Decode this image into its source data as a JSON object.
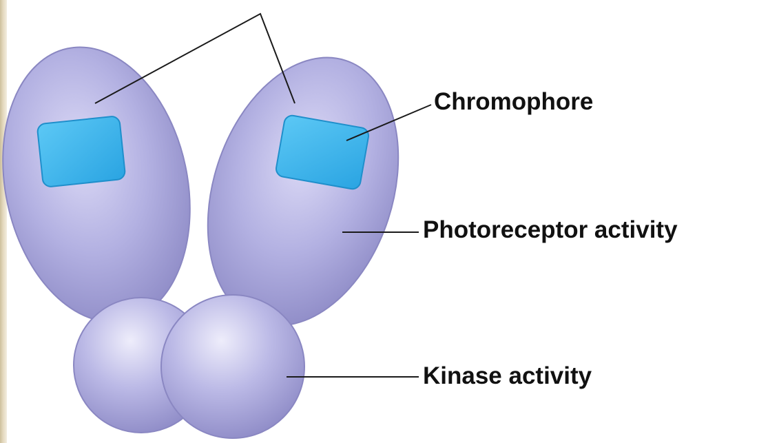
{
  "labels": {
    "chromophore": "Chromophore",
    "photoreceptor": "Photoreceptor activity",
    "kinase": "Kinase activity"
  },
  "colors": {
    "domain_lobe": "#a8a6dc",
    "chromophore_square": "#36b2ec",
    "leader_line": "#1a1a1a"
  }
}
